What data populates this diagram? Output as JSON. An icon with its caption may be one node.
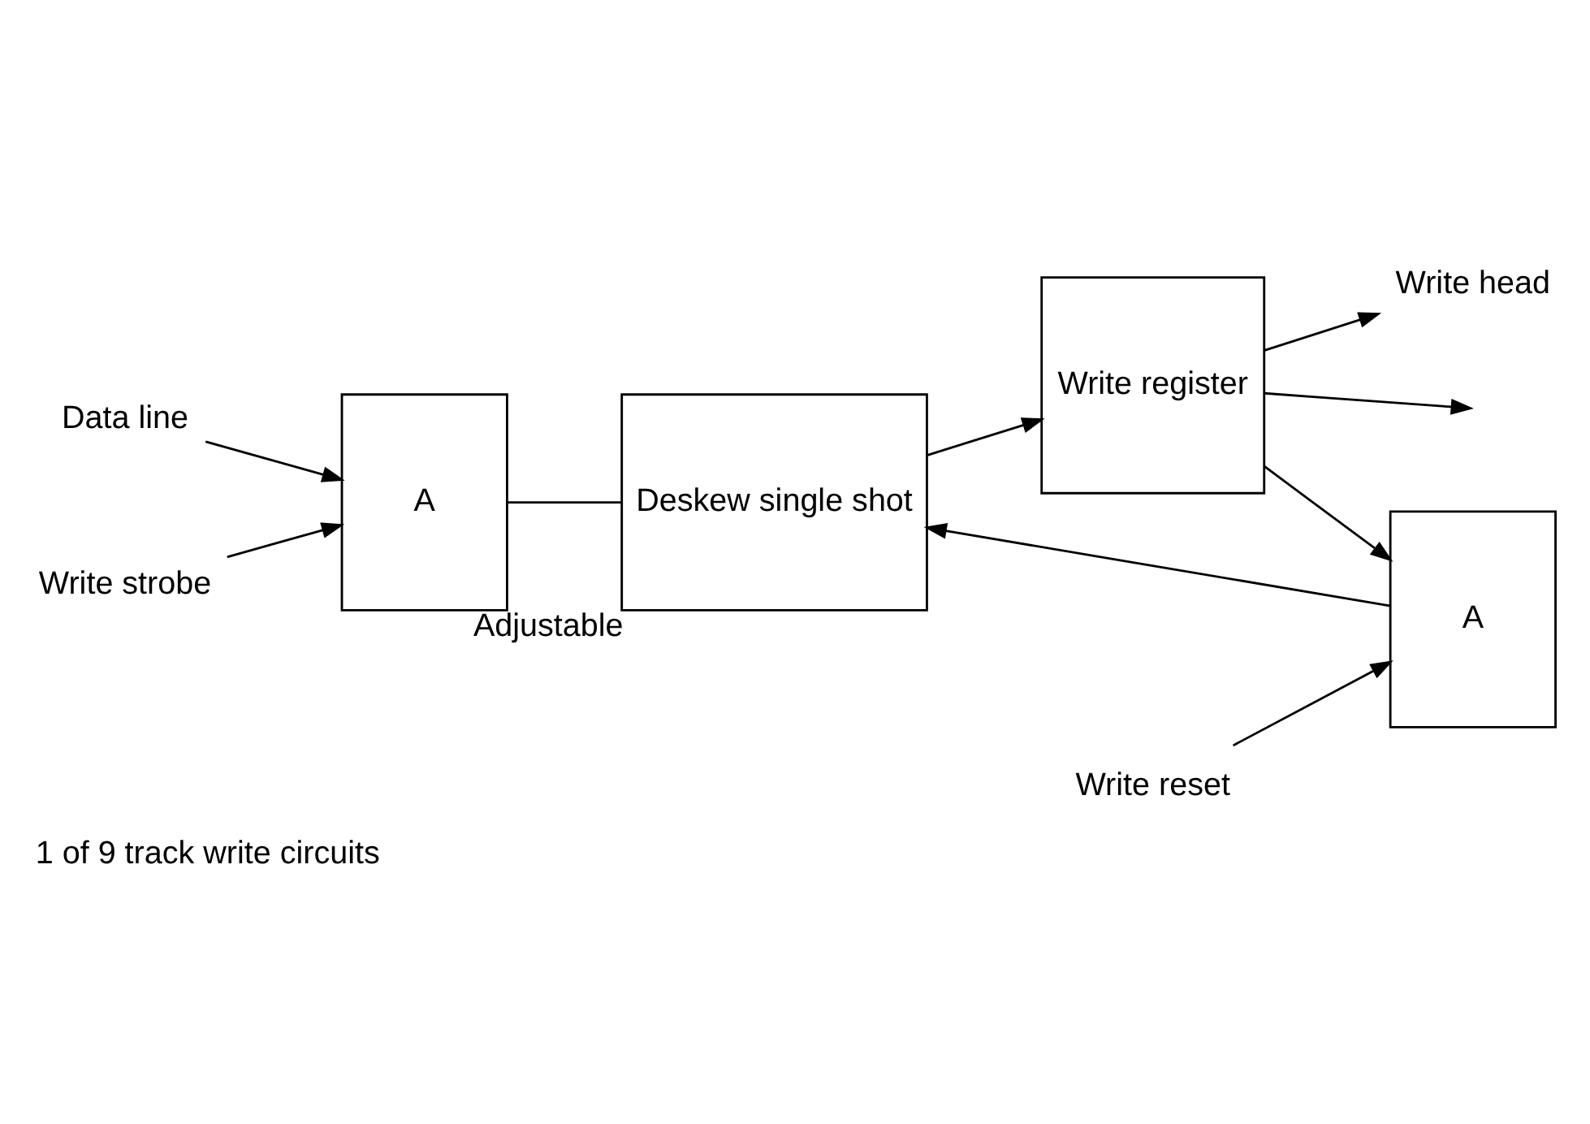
{
  "diagram": {
    "caption": "1 of 9 track write circuits",
    "nodes": [
      {
        "text": [
          "Data line"
        ]
      },
      {
        "text": [
          "Write strobe"
        ]
      },
      {
        "text": [
          "A"
        ]
      },
      {
        "text": [
          "Deskew single shot"
        ],
        "beside": [
          "Adjustable"
        ]
      },
      {
        "text": [
          "Write register"
        ]
      },
      {
        "text": [
          "Write head"
        ]
      },
      {
        "text": [
          "Write reset"
        ]
      },
      {
        "text": [
          "A"
        ]
      }
    ],
    "edges": [
      {
        "from": 0,
        "to": 2,
        "arrow": "to"
      },
      {
        "from": 1,
        "to": 2,
        "arrow": "to"
      },
      {
        "from": 6,
        "to": 7,
        "arrow": "to"
      },
      {
        "from": 2,
        "to": 3,
        "arrow": "none"
      },
      {
        "from": 7,
        "to": 3,
        "arrow": "to"
      },
      {
        "from": 3,
        "to": 4,
        "arrow": "to"
      },
      {
        "from": 4,
        "to": null,
        "arrow": "to"
      },
      {
        "from": 4,
        "to": 5,
        "arrow": "to"
      },
      {
        "from": 4,
        "to": 7,
        "arrow": "to"
      }
    ]
  }
}
